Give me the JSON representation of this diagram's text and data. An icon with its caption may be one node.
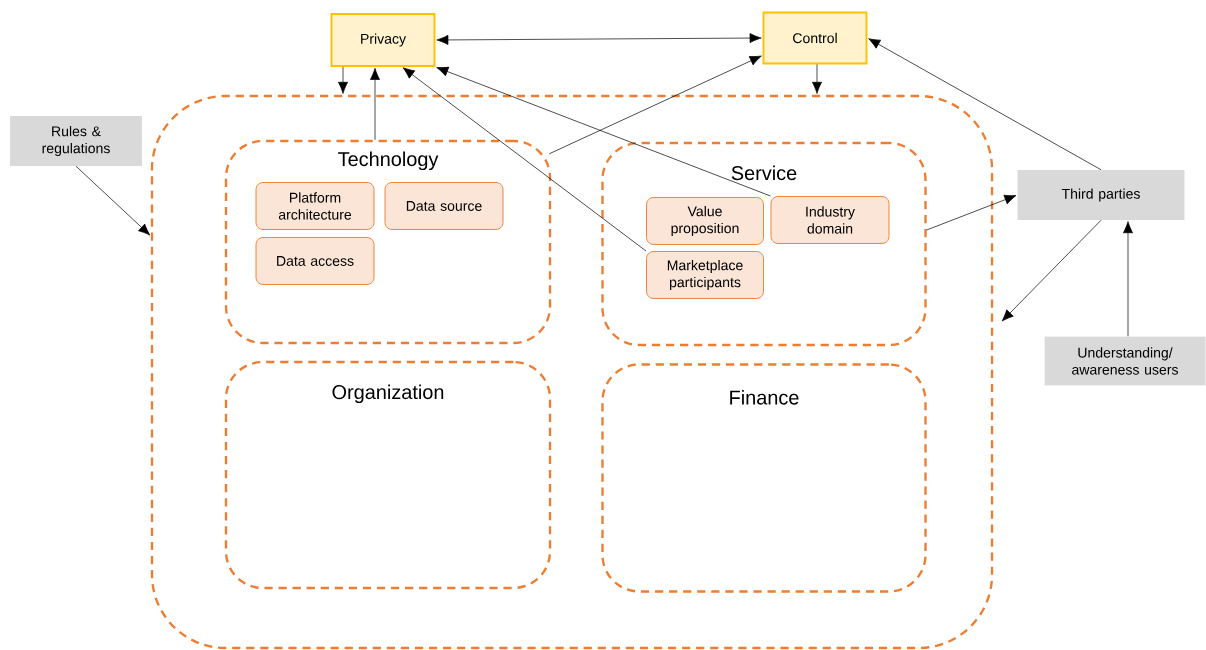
{
  "diagram": {
    "nodes": [
      {
        "text": [
          "Privacy"
        ]
      },
      {
        "text": [
          "Control"
        ]
      },
      {
        "text": [
          "Rules & regulations"
        ]
      },
      {
        "text": [],
        "shape": "box"
      },
      {
        "text": [
          "Technology"
        ],
        "in": 3
      },
      {
        "text": [
          "Platform architecture"
        ],
        "in": 4
      },
      {
        "text": [
          "Data source"
        ],
        "in": 4
      },
      {
        "text": [
          "Data access"
        ],
        "in": 4
      },
      {
        "text": [
          "Service"
        ],
        "in": 3
      },
      {
        "text": [
          "Value proposition"
        ],
        "in": 8
      },
      {
        "text": [
          "Industry domain"
        ],
        "in": 8
      },
      {
        "text": [
          "Marketplace participants"
        ],
        "in": 8
      },
      {
        "text": [
          "Third parties"
        ]
      },
      {
        "text": [
          "Organization"
        ],
        "in": 3
      },
      {
        "text": [
          "Finance"
        ],
        "in": 3
      },
      {
        "text": [
          "Understanding/ awareness users"
        ]
      }
    ],
    "edges": [
      {
        "from": 0,
        "to": 1,
        "arrow": "both"
      },
      {
        "from": 0,
        "to": 3,
        "arrow": "to"
      },
      {
        "from": 4,
        "to": 0,
        "arrow": "to"
      },
      {
        "from": 11,
        "to": 0,
        "arrow": "to"
      },
      {
        "from": 10,
        "to": 0,
        "arrow": "to"
      },
      {
        "from": 4,
        "to": 1,
        "arrow": "to"
      },
      {
        "from": 1,
        "to": 3,
        "arrow": "to"
      },
      {
        "from": 12,
        "to": 1,
        "arrow": "to"
      },
      {
        "from": 2,
        "to": 3,
        "arrow": "to"
      },
      {
        "from": 8,
        "to": 12,
        "arrow": "to"
      },
      {
        "from": 12,
        "to": 3,
        "arrow": "to"
      },
      {
        "from": 15,
        "to": 12,
        "arrow": "to"
      }
    ]
  }
}
